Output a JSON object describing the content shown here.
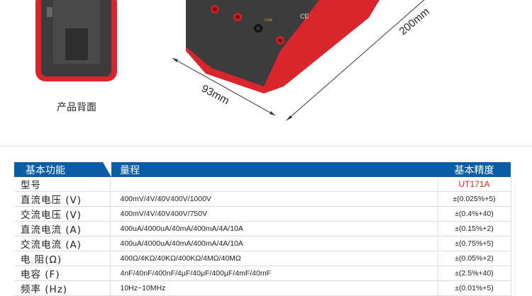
{
  "product_images": {
    "back_caption": "产品背面",
    "dim_width": "93mm",
    "dim_height": "200mm",
    "device_labels": [
      "COM",
      "CE"
    ],
    "colors": {
      "body_red": "#d8262c",
      "body_dark": "#3c3c3e",
      "header_blue": "#0b5ea6",
      "model_red": "#d6232a"
    }
  },
  "spec_table": {
    "headers": [
      "基本功能",
      "量程",
      "基本精度"
    ],
    "rows": [
      {
        "function": "型号",
        "range": "",
        "accuracy": "UT171A"
      },
      {
        "function": "直流电压 (V)",
        "range": "400mV/4V/40V400V/1000V",
        "accuracy": "±(0.025%+5)"
      },
      {
        "function": "交流电压 (V)",
        "range": "400mV/4V/40V400V/750V",
        "accuracy": "±(0.4%+40)"
      },
      {
        "function": "直流电流 (A)",
        "range": "400uA/4000uA/40mA/400mA/4A/10A",
        "accuracy": "±(0.15%+2)"
      },
      {
        "function": "交流电流 (A)",
        "range": "400uA/4000uA/40mA/400mA/4A/10A",
        "accuracy": "±(0.75%+5)"
      },
      {
        "function": "电 阻(Ω)",
        "range": "400Ω/4KΩ/40KΩ/400KΩ/4MΩ/40MΩ",
        "accuracy": "±(0.05%+2)"
      },
      {
        "function": "电容 (F)",
        "range": "4nF/40nF/400nF/4μF/40μF/400μF/4mF/40mF",
        "accuracy": "±(2.5%+40)"
      },
      {
        "function": "频率 (Hz)",
        "range": "10Hz~10MHz",
        "accuracy": "±(0.01%+5)"
      }
    ]
  }
}
